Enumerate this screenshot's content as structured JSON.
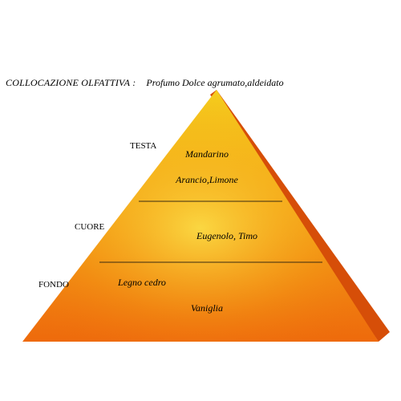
{
  "header": {
    "label": "COLLOCAZIONE OLFATTIVA :",
    "value": "Profumo Dolce agrumato,aldeidato"
  },
  "levels": [
    {
      "label": "TESTA",
      "notes": [
        "Mandarino",
        "Arancio,Limone"
      ]
    },
    {
      "label": "CUORE",
      "notes": [
        "Eugenolo, Timo"
      ]
    },
    {
      "label": "FONDO",
      "notes": [
        "Legno cedro",
        "Vaniglia"
      ]
    }
  ],
  "colors": {
    "pyramid_top": "#f5d21e",
    "pyramid_mid": "#f4a316",
    "pyramid_bottom": "#ee6a0c",
    "pyramid_side": "#d64e08",
    "divider": "#3a2a10"
  }
}
